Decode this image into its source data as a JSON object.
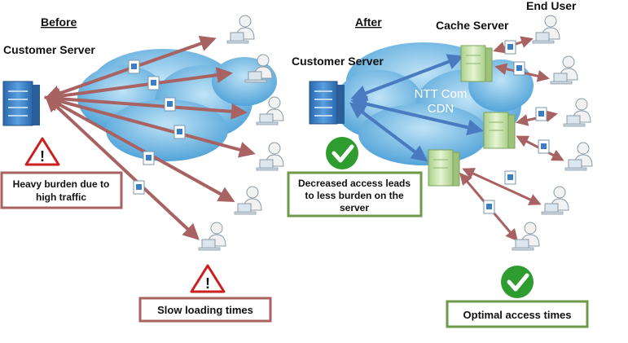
{
  "before": {
    "heading": "Before",
    "server_label": "Customer Server",
    "burden_box": [
      "Heavy burden due to",
      "high traffic"
    ],
    "slow_box": "Slow loading times"
  },
  "after": {
    "heading": "After",
    "server_label": "Customer Server",
    "cache_label": "Cache Server",
    "end_user_label": "End User",
    "cdn_label": [
      "NTT Com",
      "CDN"
    ],
    "decreased_box": [
      "Decreased access leads",
      "to less burden on the",
      "server"
    ],
    "optimal_box": "Optimal access times"
  },
  "colors": {
    "cloud": "#6fb4e0",
    "red_arrow": "#a86262",
    "blue_arrow": "#4a7bc0",
    "server": "#3a7fc4",
    "cache_server": "#cfe8b0",
    "warn_red": "#cc1f1f",
    "ok_green": "#2e9c2e",
    "before_box_border": "#a86262",
    "after_box_border": "#6f9a4a"
  }
}
